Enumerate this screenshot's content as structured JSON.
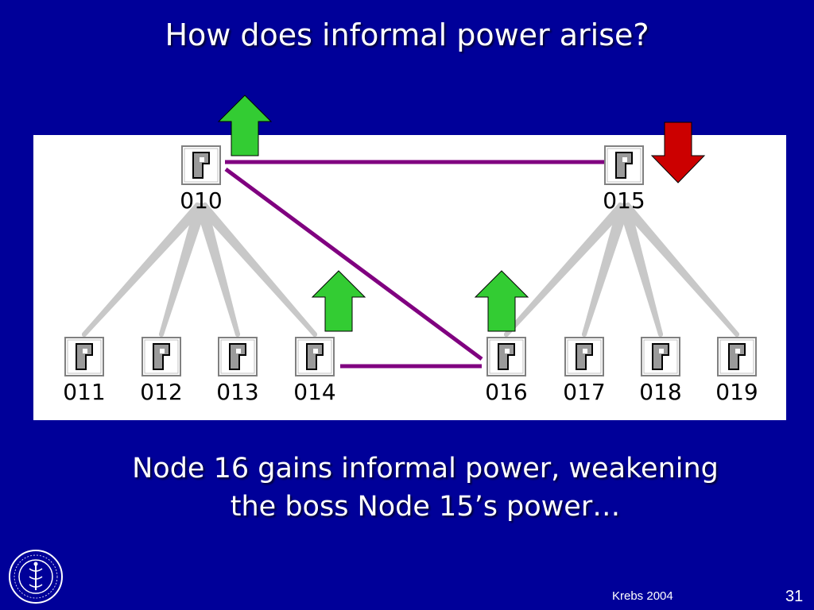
{
  "slide": {
    "title": "How does informal power arise?",
    "caption_line1": "Node 16 gains informal power, weakening",
    "caption_line2": "the boss Node 15’s power…",
    "author": "Krebs 2004",
    "page_number": "31"
  },
  "diagram": {
    "nodes": [
      {
        "id": "010",
        "label": "010"
      },
      {
        "id": "015",
        "label": "015"
      },
      {
        "id": "011",
        "label": "011"
      },
      {
        "id": "012",
        "label": "012"
      },
      {
        "id": "013",
        "label": "013"
      },
      {
        "id": "014",
        "label": "014"
      },
      {
        "id": "016",
        "label": "016"
      },
      {
        "id": "017",
        "label": "017"
      },
      {
        "id": "018",
        "label": "018"
      },
      {
        "id": "019",
        "label": "019"
      }
    ],
    "formal_links": [
      [
        "010",
        "011"
      ],
      [
        "010",
        "012"
      ],
      [
        "010",
        "013"
      ],
      [
        "010",
        "014"
      ],
      [
        "015",
        "016"
      ],
      [
        "015",
        "017"
      ],
      [
        "015",
        "018"
      ],
      [
        "015",
        "019"
      ]
    ],
    "informal_links": [
      [
        "010",
        "015"
      ],
      [
        "010",
        "016"
      ],
      [
        "014",
        "016"
      ]
    ],
    "power_arrows": [
      {
        "node": "010",
        "direction": "up",
        "color": "#33cc33"
      },
      {
        "node": "015",
        "direction": "down",
        "color": "#cc0000"
      },
      {
        "node": "014",
        "direction": "up",
        "color": "#33cc33"
      },
      {
        "node": "016",
        "direction": "up",
        "color": "#33cc33"
      }
    ],
    "colors": {
      "background": "#000099",
      "formal_link": "#c8c8c8",
      "informal_link": "#800080",
      "up_arrow": "#33cc33",
      "down_arrow": "#cc0000"
    }
  }
}
